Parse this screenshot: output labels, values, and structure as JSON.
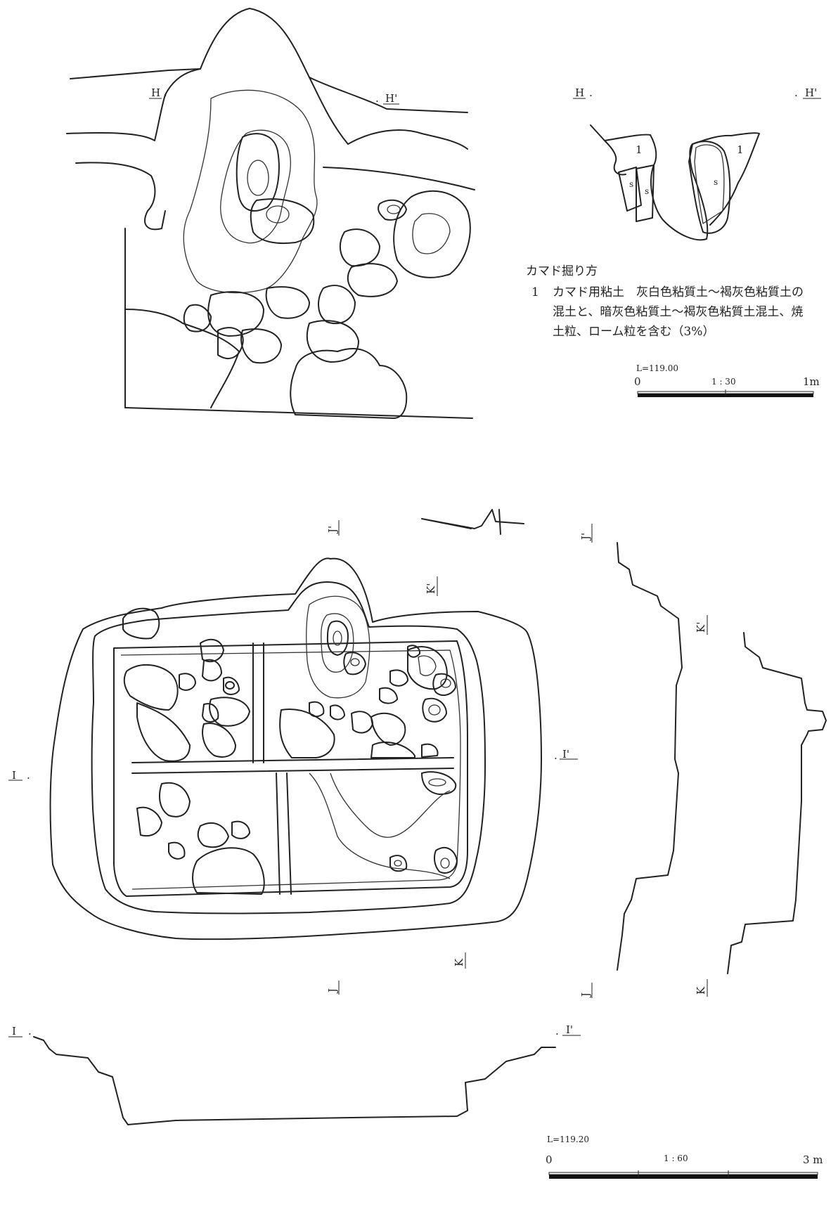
{
  "labels": {
    "H": "H",
    "H_prime": "H'",
    "I": "I",
    "I_prime": "I'",
    "J": "J",
    "J_prime": "J'",
    "K": "K",
    "K_prime": "K'",
    "layer_1": "1",
    "stone": "s"
  },
  "legend": {
    "title": "カマド掘り方",
    "item_number": "1",
    "item_text_1": "カマド用粘土　灰白色粘質土～褐灰色粘質土の",
    "item_text_2": "混土と、暗灰色粘質土～褐灰色粘質土混土、焼",
    "item_text_3": "土粒、ローム粒を含む（3%）"
  },
  "scale_1": {
    "level": "L=119.00",
    "start": "0",
    "ratio": "1 : 30",
    "end": "1m"
  },
  "scale_2": {
    "level": "L=119.20",
    "start": "0",
    "ratio": "1 : 60",
    "end": "3 m"
  }
}
